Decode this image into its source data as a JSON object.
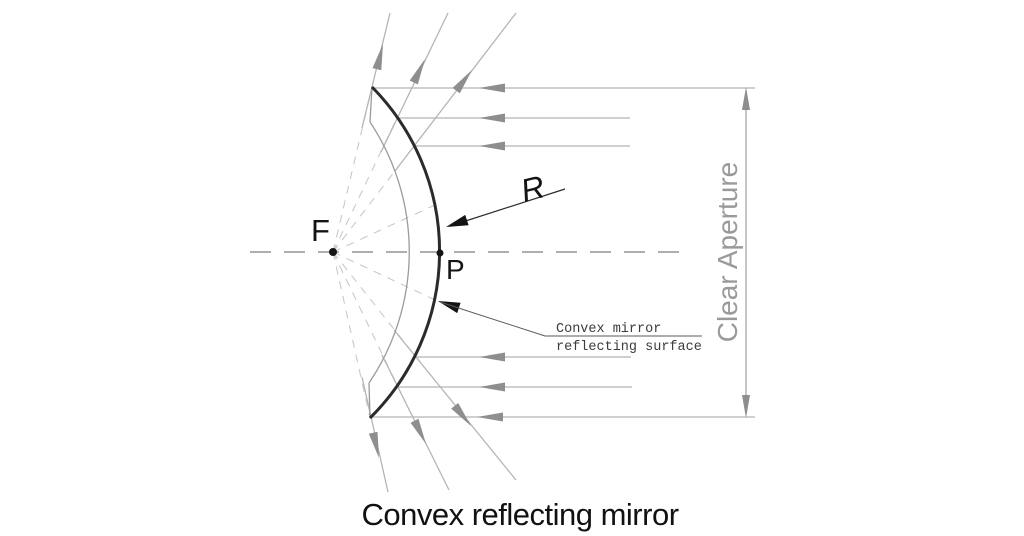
{
  "diagram": {
    "type": "optical-schematic",
    "title": "Convex reflecting mirror",
    "labels": {
      "focal_point": "F",
      "vertex_point": "P",
      "radius": "R",
      "clear_aperture": "Clear Aperture",
      "surface_note_line1": "Convex mirror",
      "surface_note_line2": "reflecting surface"
    },
    "colors": {
      "mirror_front_surface": "#2b2b2b",
      "mirror_back_surface": "#9b9b9b",
      "ray_line": "#b5b5b5",
      "ray_arrow": "#8e8e8e",
      "axis_dash": "#aeaeae",
      "virtual_ray_dash": "#c9c9c9",
      "dimension_line": "#a0a0a0",
      "annotation_arrow": "#141414",
      "note_text": "#3c3c3c",
      "aperture_text": "#9a9a9a",
      "label_text": "#141414"
    }
  }
}
